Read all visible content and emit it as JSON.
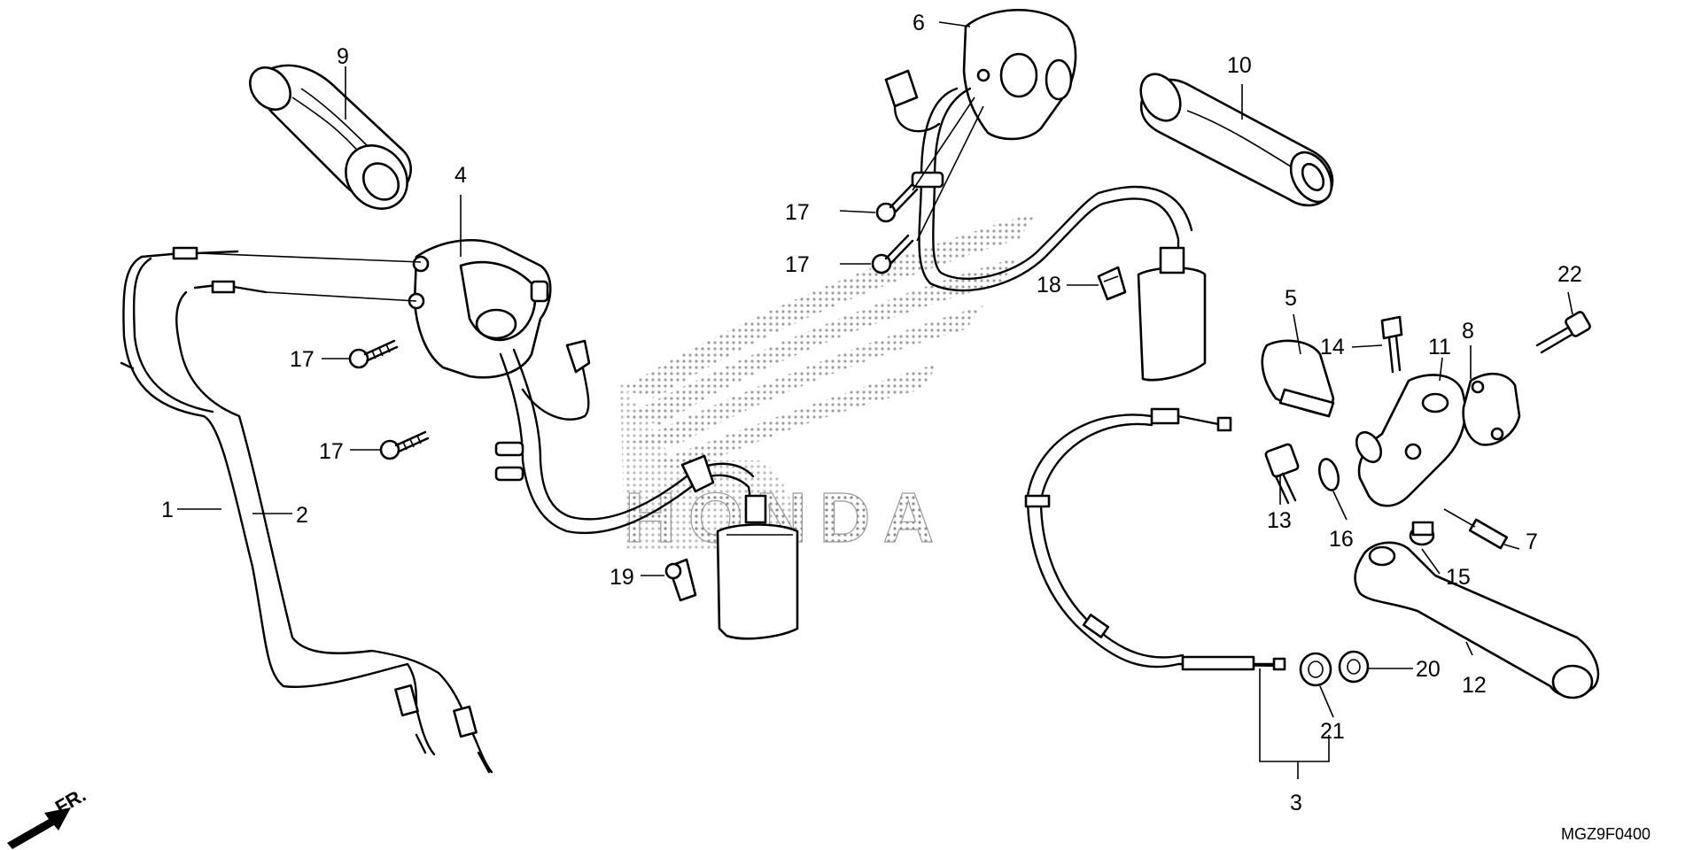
{
  "diagram": {
    "watermark_brand": "HONDA",
    "drawing_code": "MGZ9F0400",
    "front_indicator": "FR.",
    "brand_color": "#d9d9d9",
    "callouts": [
      {
        "id": "1",
        "text": "1"
      },
      {
        "id": "2",
        "text": "2"
      },
      {
        "id": "3",
        "text": "3"
      },
      {
        "id": "4",
        "text": "4"
      },
      {
        "id": "5",
        "text": "5"
      },
      {
        "id": "6",
        "text": "6"
      },
      {
        "id": "7",
        "text": "7"
      },
      {
        "id": "8",
        "text": "8"
      },
      {
        "id": "9",
        "text": "9"
      },
      {
        "id": "10",
        "text": "10"
      },
      {
        "id": "11",
        "text": "11"
      },
      {
        "id": "12",
        "text": "12"
      },
      {
        "id": "13",
        "text": "13"
      },
      {
        "id": "14",
        "text": "14"
      },
      {
        "id": "15",
        "text": "15"
      },
      {
        "id": "16",
        "text": "16"
      },
      {
        "id": "17a",
        "text": "17"
      },
      {
        "id": "17b",
        "text": "17"
      },
      {
        "id": "17c",
        "text": "17"
      },
      {
        "id": "17d",
        "text": "17"
      },
      {
        "id": "18",
        "text": "18"
      },
      {
        "id": "19",
        "text": "19"
      },
      {
        "id": "20",
        "text": "20"
      },
      {
        "id": "21",
        "text": "21"
      },
      {
        "id": "22",
        "text": "22"
      }
    ]
  }
}
